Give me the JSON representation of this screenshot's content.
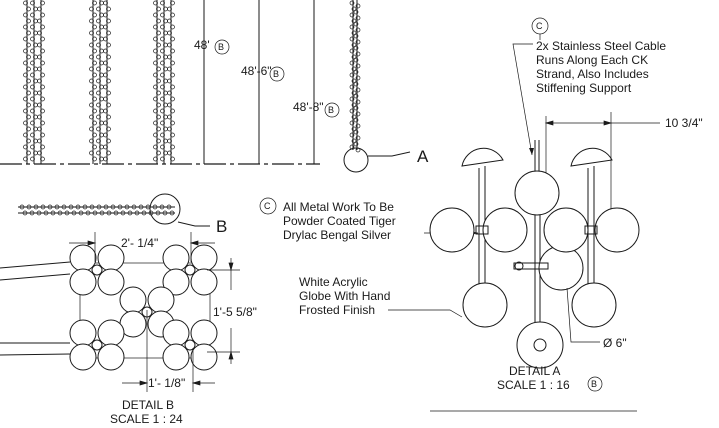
{
  "dimensions": {
    "height_48": "48'",
    "height_48_6": "48'-6\"",
    "height_48_8": "48'-8\"",
    "width_10_3_4": "10 3/4\"",
    "span_2_1_4": "2'- 1/4\"",
    "span_1_5_5_8": "1'-5 5/8\"",
    "span_1_1_8": "1'- 1/8\"",
    "dia_6": "Ø 6\""
  },
  "callouts": {
    "a": "A",
    "b": "B",
    "c": "C",
    "note_b": "B"
  },
  "notes": {
    "cable": [
      "2x Stainless Steel Cable",
      "Runs Along Each CK",
      "Strand, Also Includes",
      "Stiffening Support"
    ],
    "metal": [
      "All Metal Work To Be",
      "Powder Coated Tiger",
      "Drylac Bengal Silver"
    ],
    "globe": [
      "White Acrylic",
      "Globe With Hand",
      "Frosted Finish"
    ]
  },
  "details": {
    "a_title": "DETAIL A",
    "a_scale": "SCALE 1 : 16",
    "b_title": "DETAIL B",
    "b_scale": "SCALE 1 : 24"
  }
}
